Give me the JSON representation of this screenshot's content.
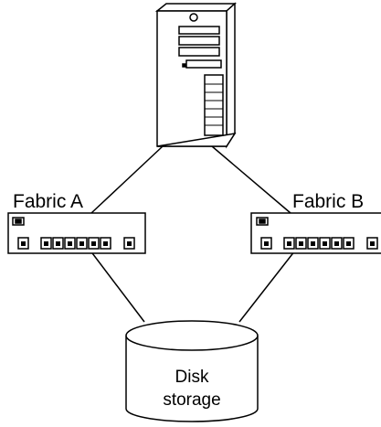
{
  "nodes": {
    "server": {
      "icon": "tower-server-icon"
    },
    "fabric_a": {
      "label": "Fabric A",
      "icon": "switch-icon"
    },
    "fabric_b": {
      "label": "Fabric B",
      "icon": "switch-icon"
    },
    "disk": {
      "line1": "Disk",
      "line2": "storage",
      "icon": "disk-cylinder-icon"
    }
  },
  "colors": {
    "stroke": "#000000",
    "fill": "#ffffff"
  }
}
